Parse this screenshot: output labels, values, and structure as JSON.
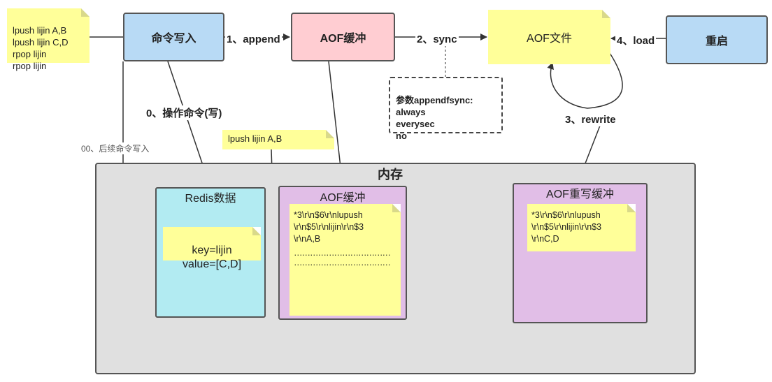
{
  "top": {
    "commands_note": "lpush lijin A,B\nlpush lijin C,D\nrpop  lijin\nrpop  lijin",
    "cmd_write": "命令写入",
    "aof_buffer": "AOF缓冲",
    "aof_file": "AOF文件",
    "restart": "重启"
  },
  "edges": {
    "append": "1、append",
    "sync": "2、sync",
    "load": "4、load",
    "rewrite": "3、rewrite",
    "write_op": "0、操作命令(写)",
    "follow_up": "00、后续命令写入"
  },
  "fsync_note": "参数appendfsync:\nalways\neverysec\nno",
  "lpush_note": "lpush lijin A,B",
  "memory": {
    "title": "内存",
    "redis_data": {
      "title": "Redis数据",
      "note": "key=lijin\nvalue=[C,D]"
    },
    "aof_buffer": {
      "title": "AOF缓冲",
      "note": "*3\\r\\n$6\\r\\nlupush\n\\r\\n$5\\r\\nlijin\\r\\n$3\n\\r\\nA,B",
      "dots1": "………………………………",
      "dots2": "………………………………"
    },
    "aof_rewrite_buffer": {
      "title": "AOF重写缓冲",
      "note": "*3\\r\\n$6\\r\\nlupush\n\\r\\n$5\\r\\nlijin\\r\\n$3\n\\r\\nC,D"
    }
  },
  "colors": {
    "cmd_write_bg": "#b8daf5",
    "aof_buffer_bg": "#ffcdd2",
    "aof_file_bg": "#ffff99",
    "restart_bg": "#b8daf5",
    "memory_bg": "#e0e0e0",
    "redis_data_bg": "#b2ebf2",
    "aof_inner_bg": "#e1bee7",
    "note_bg": "#ffff99"
  }
}
